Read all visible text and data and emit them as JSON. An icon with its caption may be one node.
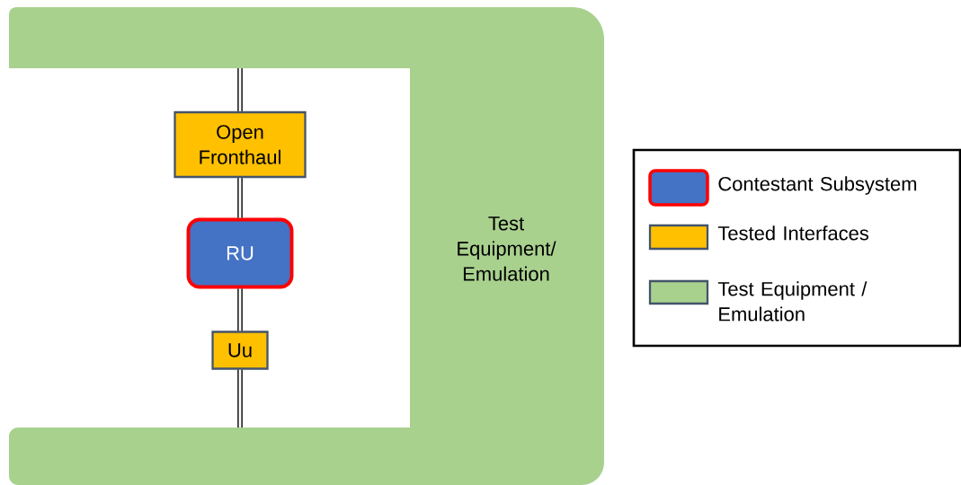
{
  "diagram": {
    "nodes": [
      {
        "text": [
          "Test Equipment/ Emulation"
        ]
      },
      {
        "text": [
          "Open Fronthaul"
        ]
      },
      {
        "text": [
          "RU"
        ]
      },
      {
        "text": [
          "Uu"
        ]
      }
    ],
    "edges": [
      {
        "from": 0,
        "to": 1,
        "arrow": "none"
      },
      {
        "from": 1,
        "to": 2,
        "arrow": "none"
      },
      {
        "from": 2,
        "to": 3,
        "arrow": "none"
      },
      {
        "from": 3,
        "to": 0,
        "arrow": "none"
      }
    ],
    "legend": [
      {
        "text": "Contestant Subsystem",
        "color": "#4472c4"
      },
      {
        "text": "Tested Interfaces",
        "color": "#ffc000"
      },
      {
        "text": "Test Equipment / Emulation",
        "color": "#a9d18e"
      }
    ]
  }
}
